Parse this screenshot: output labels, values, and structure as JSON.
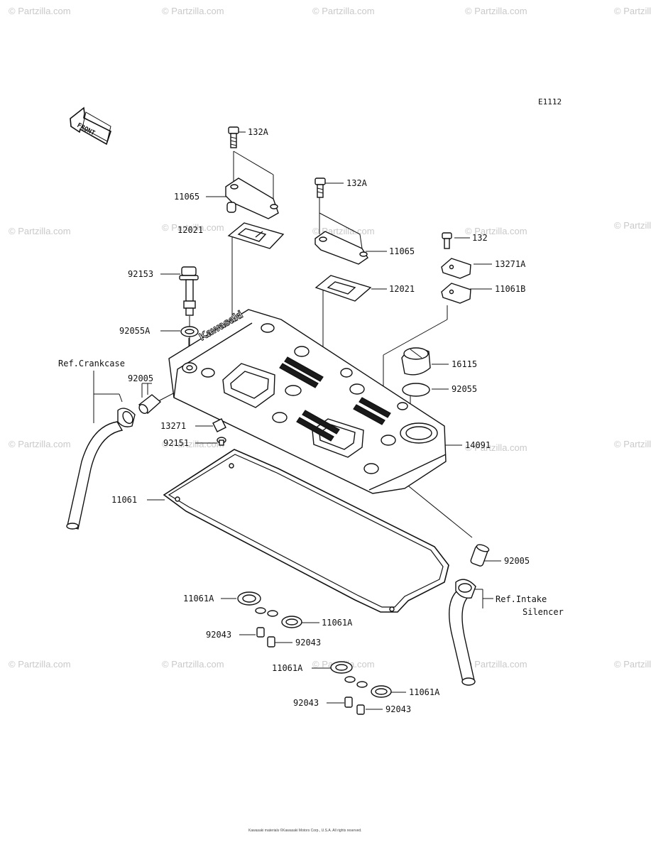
{
  "diagram_code": "E1112",
  "front_label": "FRONT",
  "watermark": "© Partzilla.com",
  "copyright_line1": "Kawasaki materials ©Kawasaki Motors Corp., U.S.A. All rights reserved.",
  "copyright_line2": "",
  "embossed_text": "Kawasaki",
  "labels": {
    "l132A_top": "132A",
    "l11065_left": "11065",
    "l12021_left": "12021",
    "l132A_mid": "132A",
    "l11065_right": "11065",
    "l12021_right": "12021",
    "l132": "132",
    "l13271A": "13271A",
    "l11061B": "11061B",
    "l92153": "92153",
    "l92055A": "92055A",
    "l16115": "16115",
    "l92005_left": "92005",
    "l92055": "92055",
    "l13271": "13271",
    "l92151": "92151",
    "l14091": "14091",
    "l11061": "11061",
    "l92005_right": "92005",
    "l11061A_1": "11061A",
    "l11061A_2": "11061A",
    "l92043_1": "92043",
    "l92043_2": "92043",
    "l11061A_3": "11061A",
    "l11061A_4": "11061A",
    "l92043_3": "92043",
    "l92043_4": "92043"
  },
  "refs": {
    "crankcase": "Ref.Crankcase",
    "intake_line1": "Ref.Intake",
    "intake_line2": "Silencer"
  }
}
